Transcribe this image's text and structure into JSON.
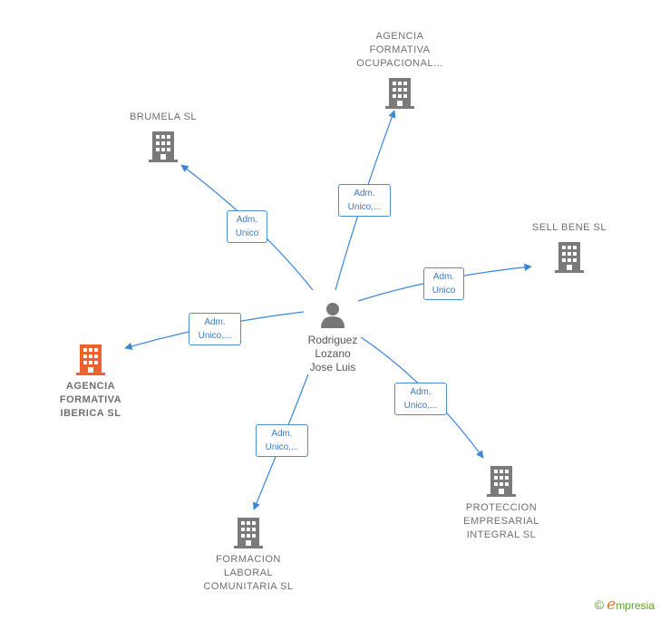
{
  "center": {
    "name": "Rodriguez\nLozano\nJose Luis",
    "icon": "person-icon"
  },
  "companies": [
    {
      "id": "agencia-ocupacional",
      "name": "AGENCIA\nFORMATIVA\nOCUPACIONAL...",
      "role": "Adm.\nUnico,...",
      "color": "#7a7a7a"
    },
    {
      "id": "brumela",
      "name": "BRUMELA SL",
      "role": "Adm.\nUnico",
      "color": "#7a7a7a"
    },
    {
      "id": "sell-bene",
      "name": "SELL BENE  SL",
      "role": "Adm.\nUnico",
      "color": "#7a7a7a"
    },
    {
      "id": "agencia-iberica",
      "name": "AGENCIA\nFORMATIVA\nIBERICA  SL",
      "role": "Adm.\nUnico,...",
      "color": "#f0602e"
    },
    {
      "id": "proteccion",
      "name": "PROTECCION\nEMPRESARIAL\nINTEGRAL SL",
      "role": "Adm.\nUnico,...",
      "color": "#7a7a7a"
    },
    {
      "id": "formacion",
      "name": "FORMACION\nLABORAL\nCOMUNITARIA SL",
      "role": "Adm.\nUnico,...",
      "color": "#7a7a7a"
    }
  ],
  "colors": {
    "edge": "#3a86d8",
    "role_border": "#4a8ed8",
    "person": "#777777"
  },
  "brand": {
    "copyright": "©",
    "e": "e",
    "text": "mpresia"
  }
}
